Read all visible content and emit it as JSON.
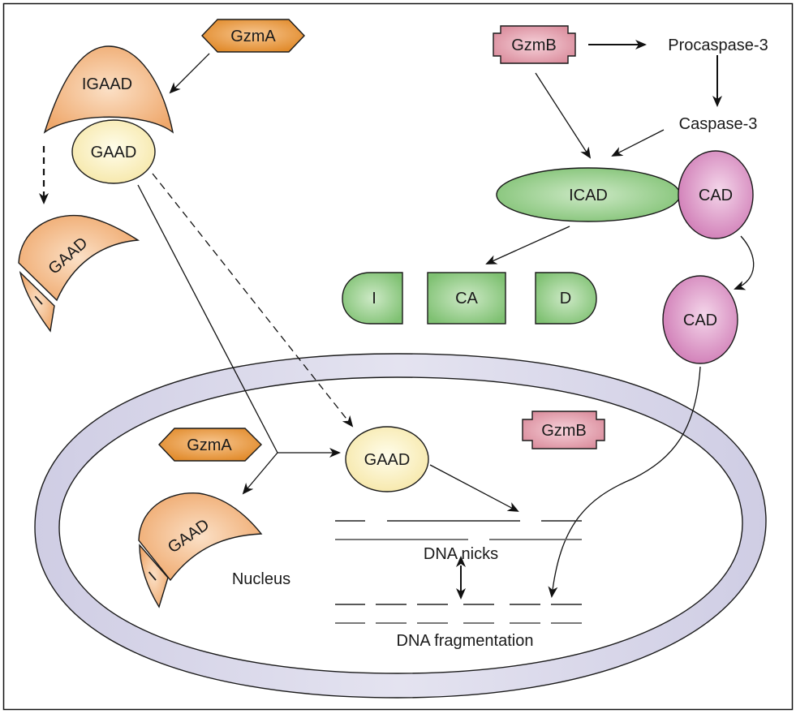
{
  "figure": {
    "type": "pathway-diagram",
    "compartments": {
      "nucleus_label": "Nucleus"
    },
    "nodes": {
      "gzma_top": "GzmA",
      "igaad": "IGAAD",
      "gaad_top": "GAAD",
      "gaad_cleaved_top": "GAAD",
      "i_fragment_top": "I",
      "gzmb_top": "GzmB",
      "procaspase3": "Procaspase-3",
      "caspase3": "Caspase-3",
      "icad": "ICAD",
      "cad_top": "CAD",
      "icad_fragment_i": "I",
      "icad_fragment_ca": "CA",
      "icad_fragment_d": "D",
      "cad_free": "CAD",
      "gzma_nucleus": "GzmA",
      "gaad_nucleus": "GAAD",
      "gzmb_nucleus": "GzmB",
      "gaad_cleaved_nucleus": "GAAD",
      "i_fragment_nucleus": "I",
      "dna_nicks": "DNA nicks",
      "dna_fragmentation": "DNA fragmentation"
    },
    "colors": {
      "gzma_fill": "#E8922E",
      "igaad_fill": "#F2B57E",
      "gaad_fill": "#FBF3C0",
      "gzmb_fill": "#E39AA8",
      "icad_fill": "#8FCB83",
      "cad_fill": "#D98CC1",
      "nucleus_ring_fill": "#D3D1E6",
      "outline": "#1A1A1A"
    },
    "edges": [
      {
        "from": "GzmA",
        "to": "IGAAD",
        "style": "solid"
      },
      {
        "from": "IGAAD",
        "to": "cleaved GAAD + I",
        "style": "dashed"
      },
      {
        "from": "GAAD",
        "to": "nucleus GAAD",
        "style": "dashed"
      },
      {
        "from": "GAAD",
        "to": "nucleus branch",
        "style": "solid"
      },
      {
        "from": "nucleus branch",
        "to": "GAAD (nucleus)",
        "style": "solid"
      },
      {
        "from": "nucleus branch",
        "to": "cleaved GAAD (nucleus)",
        "style": "solid"
      },
      {
        "from": "GAAD (nucleus)",
        "to": "DNA nicks",
        "style": "solid"
      },
      {
        "from": "DNA nicks",
        "to": "DNA fragmentation",
        "style": "bidirectional"
      },
      {
        "from": "GzmB",
        "to": "Procaspase-3",
        "style": "solid"
      },
      {
        "from": "Procaspase-3",
        "to": "Caspase-3",
        "style": "solid"
      },
      {
        "from": "GzmB",
        "to": "ICAD",
        "style": "solid"
      },
      {
        "from": "Caspase-3",
        "to": "ICAD",
        "style": "solid"
      },
      {
        "from": "ICAD",
        "to": "I / CA / D fragments",
        "style": "solid"
      },
      {
        "from": "CAD (bound)",
        "to": "CAD (free)",
        "style": "curved"
      },
      {
        "from": "CAD (free)",
        "to": "DNA fragmentation",
        "style": "curved"
      }
    ]
  }
}
